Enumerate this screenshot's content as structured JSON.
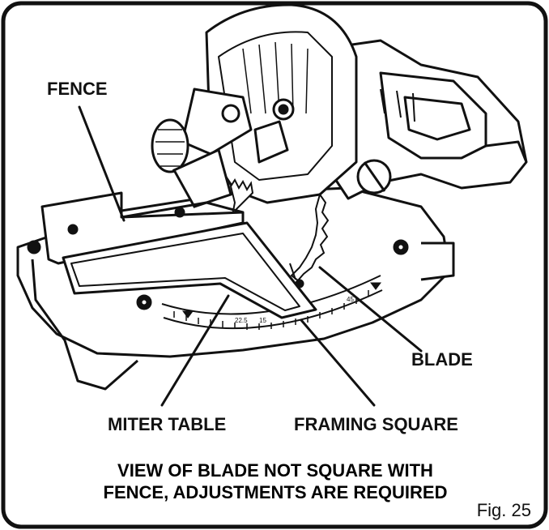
{
  "labels": {
    "fence": "FENCE",
    "blade": "BLADE",
    "miter_table": "MITER TABLE",
    "framing_square": "FRAMING SQUARE"
  },
  "caption": {
    "line1": "VIEW OF BLADE NOT SQUARE WITH",
    "line2": "FENCE, ADJUSTMENTS ARE REQUIRED"
  },
  "figure_number": "Fig. 25",
  "scale_marks": [
    "22.5",
    "15",
    "45"
  ]
}
